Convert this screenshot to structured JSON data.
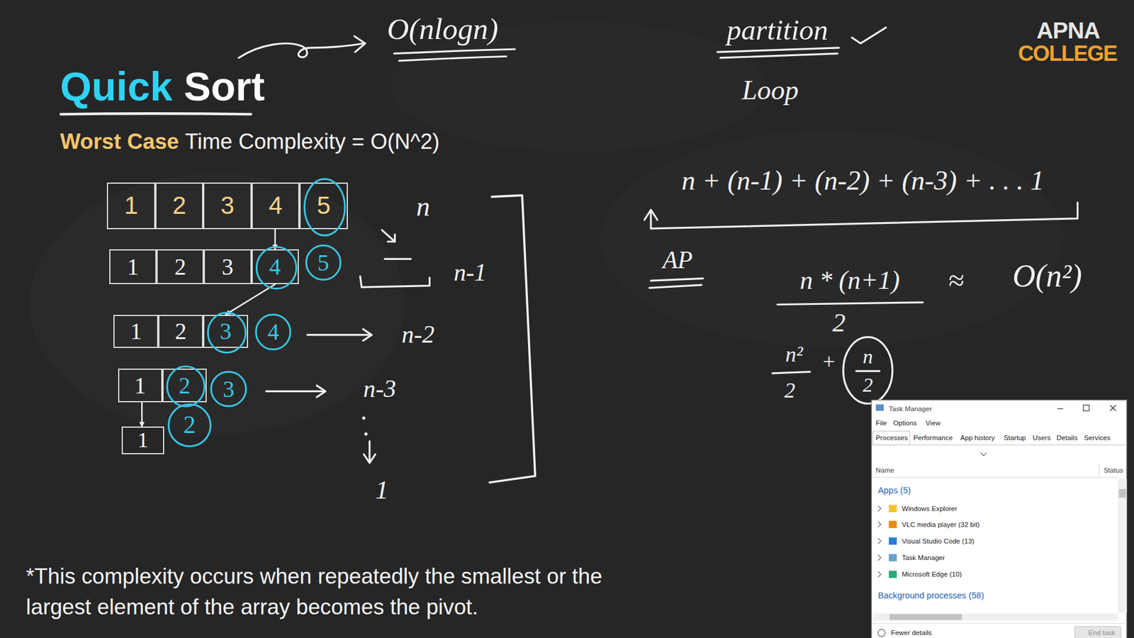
{
  "diagram": {
    "title": "Quick Sort",
    "caption": "*This complexity occurs when repeatedly the smallest or the largest element of the array becomes the pivot.",
    "nodes": [
      {
        "text": [
          "1"
        ]
      },
      {
        "text": [
          "2"
        ]
      },
      {
        "text": [
          "3"
        ]
      },
      {
        "text": [
          "4"
        ]
      },
      {
        "text": [
          "5"
        ]
      },
      {
        "text": [
          "1"
        ]
      },
      {
        "text": [
          "2"
        ]
      },
      {
        "text": [
          "3"
        ]
      },
      {
        "text": [
          "4"
        ]
      },
      {
        "text": [
          "5"
        ]
      },
      {
        "text": [
          "1"
        ]
      },
      {
        "text": [
          "2"
        ]
      },
      {
        "text": [
          "3"
        ]
      },
      {
        "text": [
          "4"
        ]
      },
      {
        "text": [
          "1"
        ]
      },
      {
        "text": [
          "2"
        ]
      },
      {
        "text": [
          "3"
        ]
      },
      {
        "text": [
          "1"
        ]
      },
      {
        "text": [
          "2"
        ]
      },
      {
        "text": [
          "Task Manager",
          "File",
          "Options",
          "View",
          "Processes",
          "Performance",
          "App history",
          "Startup",
          "Users",
          "Details",
          "Services",
          "Name",
          "Status",
          "Apps (5)",
          "Windows Explorer",
          "VLC media player (32 bit)",
          "Visual Studio Code (13)",
          "Task Manager",
          "Microsoft Edge (10)",
          "Background processes (58)",
          "Fewer details",
          "End task"
        ]
      }
    ],
    "edges": [
      {
        "from": 3,
        "to": 8,
        "arrow": "to"
      },
      {
        "from": 8,
        "to": 12,
        "arrow": "to"
      },
      {
        "from": 14,
        "to": 17,
        "arrow": "to"
      }
    ],
    "labels": [
      "O(nlogn)",
      "partition",
      "Loop",
      "APNA",
      "COLLEGE",
      "Worst Case",
      "Time Complexity = O(N^2)",
      "n",
      "n + (n-1) + (n-2) + (n-3) + . . . 1",
      "n-1",
      "AP",
      "n * (n+1)",
      "≈",
      "O(n²)",
      "2",
      "n-2",
      "n²",
      "+",
      "n",
      "2",
      "2",
      "n-3",
      "1"
    ]
  }
}
